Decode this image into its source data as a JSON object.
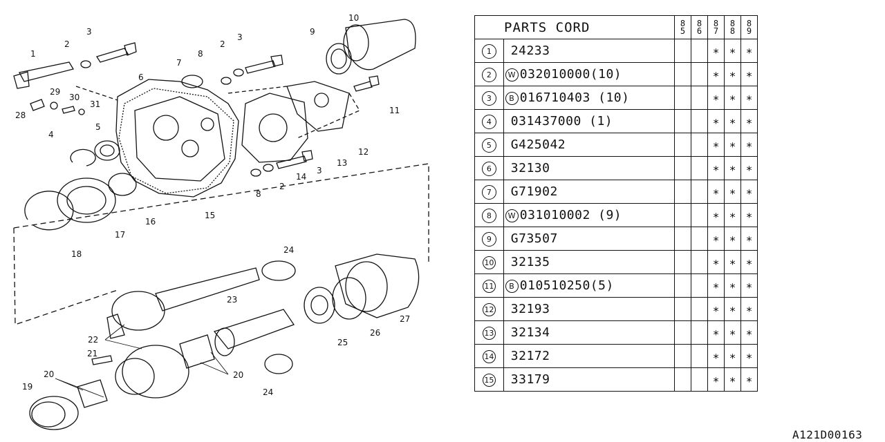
{
  "diagram": {
    "callouts": [
      "1",
      "2",
      "3",
      "4",
      "5",
      "6",
      "7",
      "8",
      "9",
      "10",
      "11",
      "12",
      "13",
      "14",
      "15",
      "16",
      "17",
      "18",
      "19",
      "20",
      "21",
      "22",
      "23",
      "24",
      "25",
      "26",
      "27",
      "28",
      "29",
      "30",
      "31"
    ]
  },
  "table": {
    "header": "PARTS CORD",
    "years": [
      "85",
      "86",
      "87",
      "88",
      "89"
    ],
    "rows": [
      {
        "no": "1",
        "prefix": "",
        "code": "24233",
        "marks": [
          "",
          "",
          "∗",
          "∗",
          "∗"
        ]
      },
      {
        "no": "2",
        "prefix": "W",
        "code": "032010000(10)",
        "marks": [
          "",
          "",
          "∗",
          "∗",
          "∗"
        ]
      },
      {
        "no": "3",
        "prefix": "B",
        "code": "016710403 (10)",
        "marks": [
          "",
          "",
          "∗",
          "∗",
          "∗"
        ]
      },
      {
        "no": "4",
        "prefix": "",
        "code": "031437000 (1)",
        "marks": [
          "",
          "",
          "∗",
          "∗",
          "∗"
        ]
      },
      {
        "no": "5",
        "prefix": "",
        "code": "G425042",
        "marks": [
          "",
          "",
          "∗",
          "∗",
          "∗"
        ]
      },
      {
        "no": "6",
        "prefix": "",
        "code": "32130",
        "marks": [
          "",
          "",
          "∗",
          "∗",
          "∗"
        ]
      },
      {
        "no": "7",
        "prefix": "",
        "code": "G71902",
        "marks": [
          "",
          "",
          "∗",
          "∗",
          "∗"
        ]
      },
      {
        "no": "8",
        "prefix": "W",
        "code": "031010002 (9)",
        "marks": [
          "",
          "",
          "∗",
          "∗",
          "∗"
        ]
      },
      {
        "no": "9",
        "prefix": "",
        "code": "G73507",
        "marks": [
          "",
          "",
          "∗",
          "∗",
          "∗"
        ]
      },
      {
        "no": "10",
        "prefix": "",
        "code": "32135",
        "marks": [
          "",
          "",
          "∗",
          "∗",
          "∗"
        ]
      },
      {
        "no": "11",
        "prefix": "B",
        "code": "010510250(5)",
        "marks": [
          "",
          "",
          "∗",
          "∗",
          "∗"
        ]
      },
      {
        "no": "12",
        "prefix": "",
        "code": "32193",
        "marks": [
          "",
          "",
          "∗",
          "∗",
          "∗"
        ]
      },
      {
        "no": "13",
        "prefix": "",
        "code": "32134",
        "marks": [
          "",
          "",
          "∗",
          "∗",
          "∗"
        ]
      },
      {
        "no": "14",
        "prefix": "",
        "code": "32172",
        "marks": [
          "",
          "",
          "∗",
          "∗",
          "∗"
        ]
      },
      {
        "no": "15",
        "prefix": "",
        "code": "33179",
        "marks": [
          "",
          "",
          "∗",
          "∗",
          "∗"
        ]
      }
    ]
  },
  "doc_id": "A121D00163"
}
